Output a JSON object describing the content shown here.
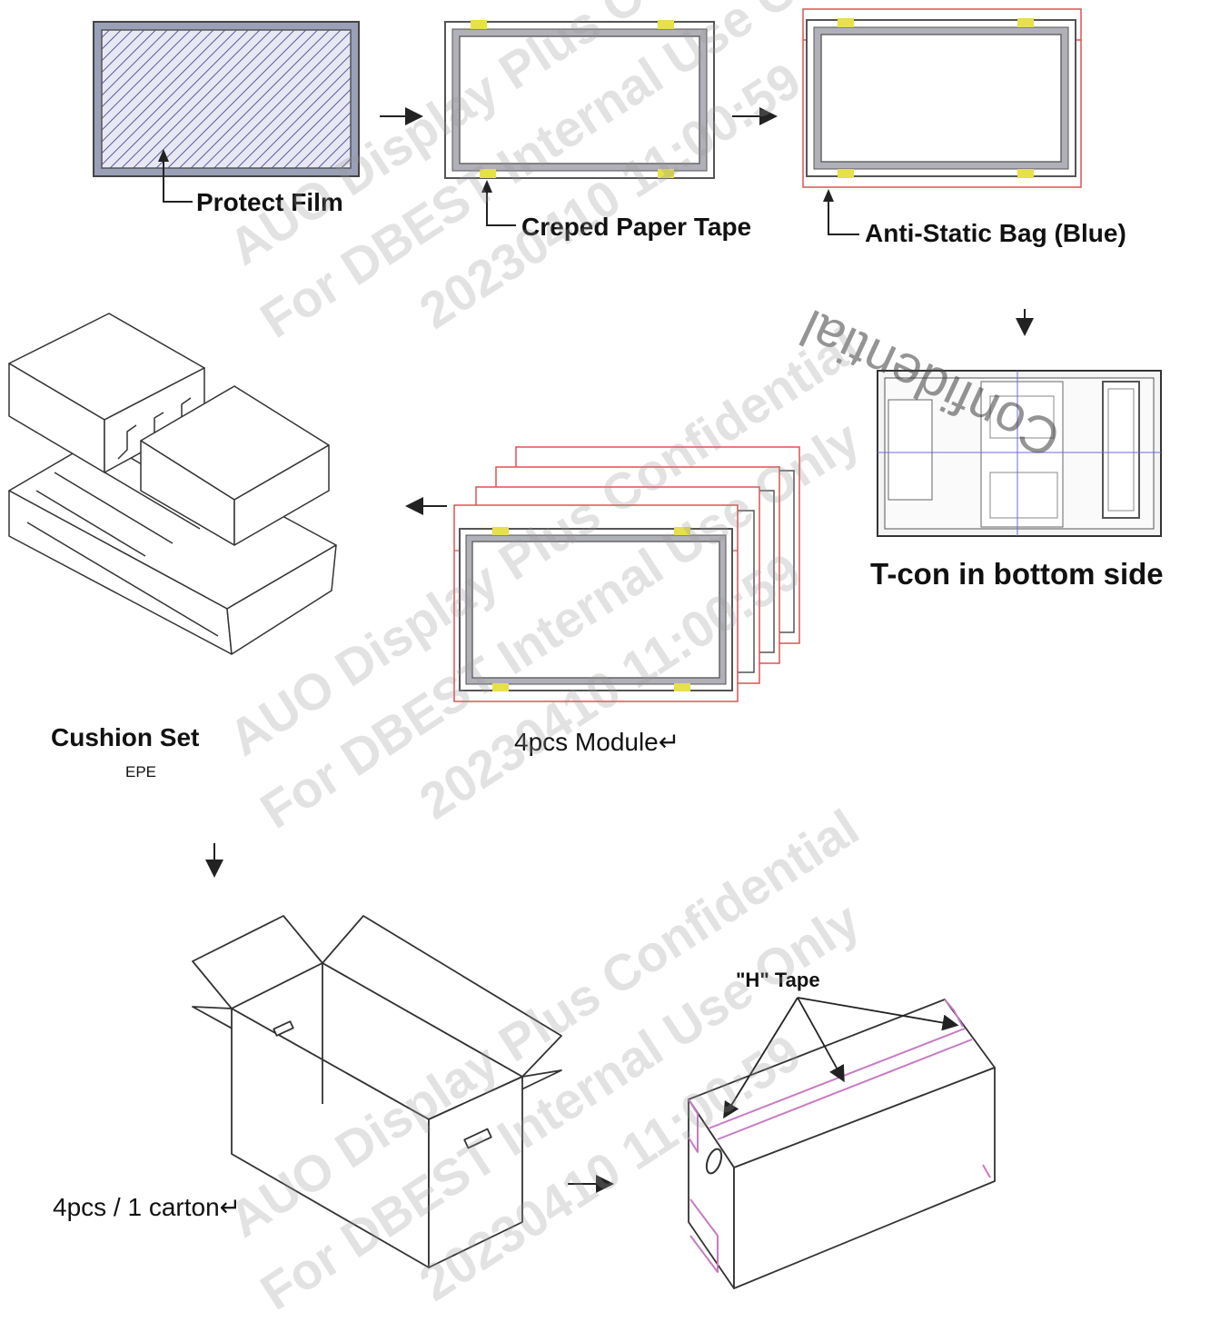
{
  "labels": {
    "protect_film": "Protect Film",
    "creped_paper_tape": "Creped Paper Tape",
    "anti_static_bag": "Anti-Static Bag (Blue)",
    "tcon_bottom": "T-con in bottom side",
    "module_4pcs": "4pcs Module↵",
    "cushion_set": "Cushion Set",
    "cushion_material": "EPE",
    "carton": "4pcs / 1 carton↵",
    "h_tape": "\"H\" Tape",
    "confidential_stamp": "Confidential"
  },
  "watermark": {
    "line1": "AUO Display Plus Confidential",
    "line2": "For DBEST Internal Use Only",
    "line3": "20230410 11:00:59"
  },
  "colors": {
    "tape_yellow": "#e6e04a",
    "bag_red": "#e05050",
    "h_tape_pink": "#c77ac4",
    "line": "#333333"
  }
}
